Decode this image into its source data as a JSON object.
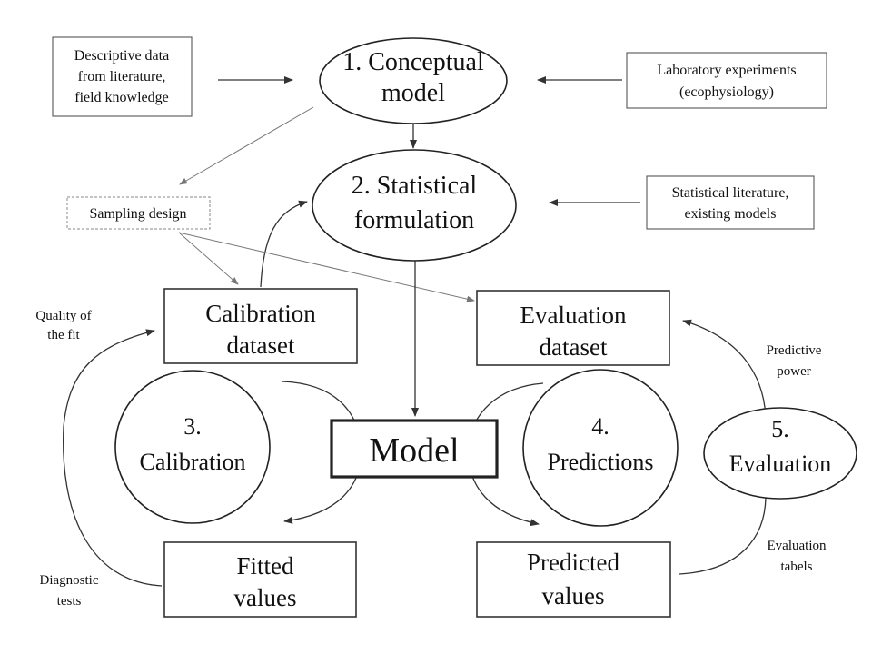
{
  "nodes": {
    "conceptual": [
      "1. Conceptual",
      "model"
    ],
    "statistical": [
      "2. Statistical",
      "formulation"
    ],
    "calibration": [
      "3.",
      "Calibration"
    ],
    "predictions": [
      "4.",
      "Predictions"
    ],
    "evaluation": [
      "5.",
      "Evaluation"
    ],
    "model": "Model",
    "calibration_dataset": [
      "Calibration",
      "dataset"
    ],
    "evaluation_dataset": [
      "Evaluation",
      "dataset"
    ],
    "fitted_values": [
      "Fitted",
      "values"
    ],
    "predicted_values": [
      "Predicted",
      "values"
    ]
  },
  "sources": {
    "descriptive": [
      "Descriptive data",
      "from literature,",
      "field knowledge"
    ],
    "laboratory": [
      "Laboratory experiments",
      "(ecophysiology)"
    ],
    "sampling": "Sampling design",
    "stat_literature": [
      "Statistical literature,",
      "existing models"
    ]
  },
  "labels": {
    "quality_fit": [
      "Quality of",
      "the fit"
    ],
    "diagnostic": [
      "Diagnostic",
      "tests"
    ],
    "predictive_power": [
      "Predictive",
      "power"
    ],
    "evaluation_tables": [
      "Evaluation",
      "tabels"
    ]
  },
  "colors": {
    "stroke": "#222222",
    "background": "#ffffff"
  }
}
